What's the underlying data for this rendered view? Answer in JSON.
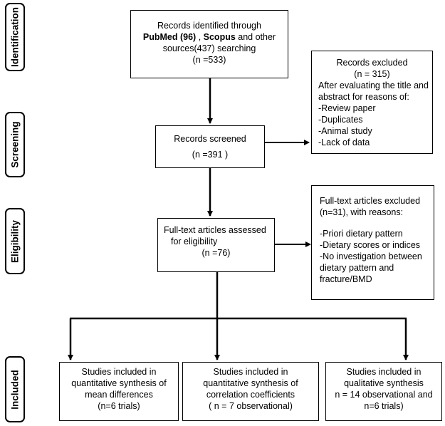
{
  "stages": [
    {
      "key": "identification",
      "label": "Identification"
    },
    {
      "key": "screening",
      "label": "Screening"
    },
    {
      "key": "eligibility",
      "label": "Eligibility"
    },
    {
      "key": "included",
      "label": "Included"
    }
  ],
  "identified": {
    "line1": "Records identified through",
    "pubmed": "PubMed (96)",
    "sep": " , ",
    "scopus": "Scopus",
    "rest": " and other",
    "line3": "sources(437) searching",
    "line4": "(n =533)"
  },
  "excluded_records": {
    "line1": "Records excluded",
    "line2": "(n = 315)",
    "line3": "After evaluating the title and",
    "line4": "abstract for reasons of:",
    "reasons": [
      "-Review paper",
      "-Duplicates",
      "-Animal study",
      "-Lack of data"
    ]
  },
  "screened": {
    "line1": "Records screened",
    "line2": "(n =391 )"
  },
  "excluded_fulltext": {
    "line1": "Full-text articles excluded",
    "line2": "(n=31), with reasons:",
    "reasons": [
      "-Priori dietary pattern",
      "-Dietary scores or indices",
      "-No investigation between",
      "dietary pattern and",
      "fracture/BMD"
    ]
  },
  "assessed": {
    "line1": "Full-text articles assessed",
    "line2": "for eligibility",
    "line3": "(n =76)"
  },
  "included": [
    {
      "lines": [
        "Studies included in",
        "quantitative synthesis of",
        "mean differences",
        "(n=6 trials)"
      ]
    },
    {
      "lines": [
        "Studies included in",
        "quantitative synthesis of",
        "correlation coefficients",
        "( n = 7 observational)"
      ]
    },
    {
      "lines": [
        "Studies included in",
        "qualitative synthesis",
        "n = 14 observational and",
        "n=6 trials)"
      ]
    }
  ]
}
